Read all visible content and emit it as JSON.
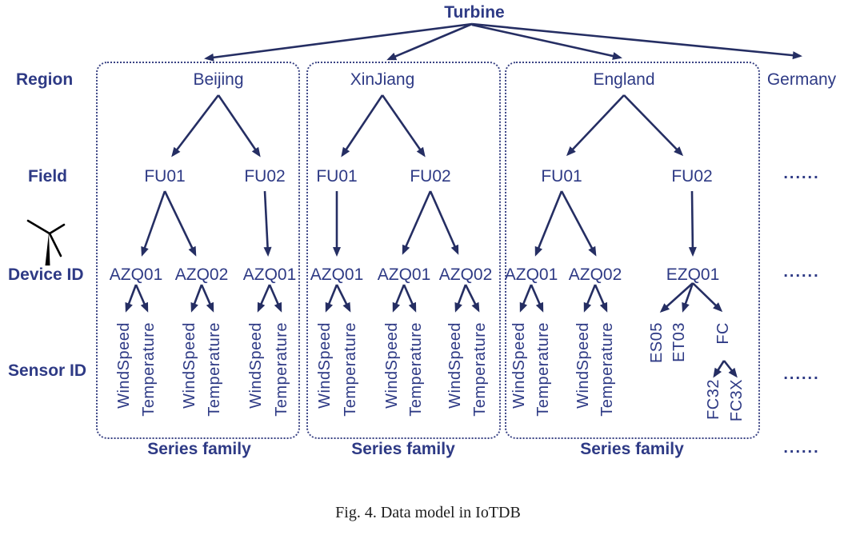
{
  "figure": {
    "caption": "Fig. 4.  Data model in IoTDB"
  },
  "diagram": {
    "root": "Turbine",
    "level_labels": [
      "Region",
      "Field",
      "Device ID",
      "Sensor ID"
    ],
    "series_family_label": "Series family",
    "ellipsis": "......",
    "icons": {
      "wind_turbine": "wind-turbine-icon"
    },
    "colors": {
      "node_text": "#2e3a85",
      "arrow": "#252e63",
      "box_border": "#3a4384",
      "caption_text": "#1c1c1c",
      "icon": "#000000"
    },
    "regions": [
      {
        "name": "Beijing",
        "fields": [
          {
            "name": "FU01",
            "devices": [
              {
                "name": "AZQ01",
                "sensors": [
                  "WindSpeed",
                  "Temperature"
                ]
              },
              {
                "name": "AZQ02",
                "sensors": [
                  "WindSpeed",
                  "Temperature"
                ]
              }
            ]
          },
          {
            "name": "FU02",
            "devices": [
              {
                "name": "AZQ01",
                "sensors": [
                  "WindSpeed",
                  "Temperature"
                ]
              }
            ]
          }
        ]
      },
      {
        "name": "XinJiang",
        "fields": [
          {
            "name": "FU01",
            "devices": [
              {
                "name": "AZQ01",
                "sensors": [
                  "WindSpeed",
                  "Temperature"
                ]
              }
            ]
          },
          {
            "name": "FU02",
            "devices": [
              {
                "name": "AZQ01",
                "sensors": [
                  "WindSpeed",
                  "Temperature"
                ]
              },
              {
                "name": "AZQ02",
                "sensors": [
                  "WindSpeed",
                  "Temperature"
                ]
              }
            ]
          }
        ]
      },
      {
        "name": "England",
        "fields": [
          {
            "name": "FU01",
            "devices": [
              {
                "name": "AZQ01",
                "sensors": [
                  "WindSpeed",
                  "Temperature"
                ]
              },
              {
                "name": "AZQ02",
                "sensors": [
                  "WindSpeed",
                  "Temperature"
                ]
              }
            ]
          },
          {
            "name": "FU02",
            "devices": [
              {
                "name": "EZQ01",
                "sensors": [
                  "ES05",
                  "ET03",
                  "FC"
                ],
                "fc_children": [
                  "FC32",
                  "FC3X"
                ]
              }
            ]
          }
        ]
      },
      {
        "name": "Germany"
      }
    ]
  }
}
